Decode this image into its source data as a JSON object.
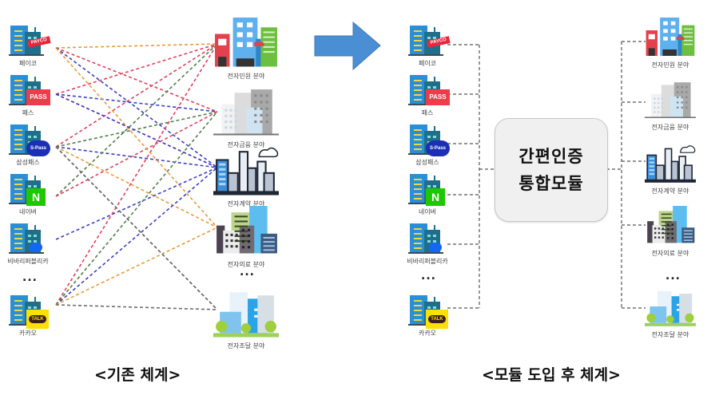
{
  "before": {
    "caption": "<기존 체계>",
    "providers": [
      {
        "label": "페이코",
        "badge": "PAYCO",
        "badge_color": "#e8253b",
        "icon": "payco-icon"
      },
      {
        "label": "패스",
        "badge": "PASS",
        "badge_color": "#ef3b4a",
        "icon": "pass-icon"
      },
      {
        "label": "삼성패스",
        "badge": "S-Pass",
        "badge_color": "#1b2fb3",
        "icon": "samsung-pass-icon"
      },
      {
        "label": "네이버",
        "badge": "N",
        "badge_color": "#1ec800",
        "icon": "naver-icon"
      },
      {
        "label": "비바리퍼블리카",
        "badge": "",
        "badge_color": "#1467f5",
        "icon": "toss-icon"
      },
      {
        "label": "카카오",
        "badge": "TALK",
        "badge_color": "#fae100",
        "icon": "kakao-talk-icon"
      }
    ],
    "ellipsis": "...",
    "domains": [
      {
        "label": "전자민원 분야",
        "icon": "civil-service-buildings-icon"
      },
      {
        "label": "전자금융 분야",
        "icon": "finance-buildings-icon"
      },
      {
        "label": "전자계약 분야",
        "icon": "contract-city-icon"
      },
      {
        "label": "전자의료 분야",
        "icon": "medical-buildings-icon"
      },
      {
        "label": "전자조달 분야",
        "icon": "procurement-buildings-icon"
      }
    ],
    "domain_ellipsis": "...",
    "connection_colors": [
      "#e0405a",
      "#3a3fc4",
      "#e89a3c",
      "#4f7f4a",
      "#6b6b6b"
    ]
  },
  "arrow": {
    "color": "#4a8fd4",
    "icon": "right-arrow-icon"
  },
  "after": {
    "caption": "<모듈 도입 후 체계>",
    "module": {
      "line1": "간편인증",
      "line2": "통합모듈"
    },
    "providers": [
      {
        "label": "페이코",
        "badge": "PAYCO"
      },
      {
        "label": "패스",
        "badge": "PASS"
      },
      {
        "label": "삼성패스",
        "badge": "S-Pass"
      },
      {
        "label": "네이버",
        "badge": "N"
      },
      {
        "label": "비바리퍼블리카",
        "badge": ""
      },
      {
        "label": "카카오",
        "badge": "TALK"
      }
    ],
    "ellipsis": "...",
    "domains": [
      {
        "label": "전자민원 분야"
      },
      {
        "label": "전자금융 분야"
      },
      {
        "label": "전자계약 분야"
      },
      {
        "label": "전자의료 분야"
      },
      {
        "label": "전자조달 분야"
      }
    ],
    "domain_ellipsis": "..."
  }
}
